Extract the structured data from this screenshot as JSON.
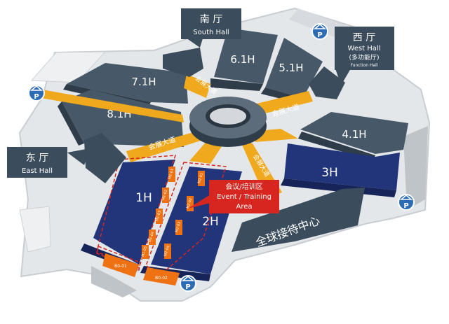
{
  "colors": {
    "hall_dark": "#475868",
    "hall_blue": "#22357a",
    "corridor": "#f0a81c",
    "venue_bg": "#e4e7ea",
    "callout": "#3b4c5c",
    "event_red": "#d7261f",
    "room_orange": "#ee7212",
    "parking_blue": "#2b6cb4"
  },
  "callouts": {
    "south": {
      "cn": "南 厅",
      "en": "South Hall"
    },
    "west": {
      "cn": "西 厅",
      "en": "West Hall",
      "sub": "(多功能厅)",
      "sub_en": "Function Hall"
    },
    "east": {
      "cn": "东 厅",
      "en": "East Hall"
    }
  },
  "halls": {
    "h61": "6.1H",
    "h51": "5.1H",
    "h71": "7.1H",
    "h81": "8.1H",
    "h41": "4.1H",
    "h3": "3H",
    "h1": "1H",
    "h2": "2H"
  },
  "corridor_label": "会展大道",
  "reception": "全球接待中心",
  "event_area": {
    "cn": "会议/培训区",
    "en_line1": "Event / Training",
    "en_line2": "Area"
  },
  "rooms": {
    "left": [
      "M1-01",
      "M1-02",
      "M1-03",
      "M1-04",
      "M1-05"
    ],
    "right": [
      "M2-01",
      "M2-02",
      "M2-03",
      "M2-04"
    ],
    "bottom": [
      "B0-01",
      "B0-02"
    ]
  },
  "parking_icon": "parking-icon",
  "parking_label": "P"
}
